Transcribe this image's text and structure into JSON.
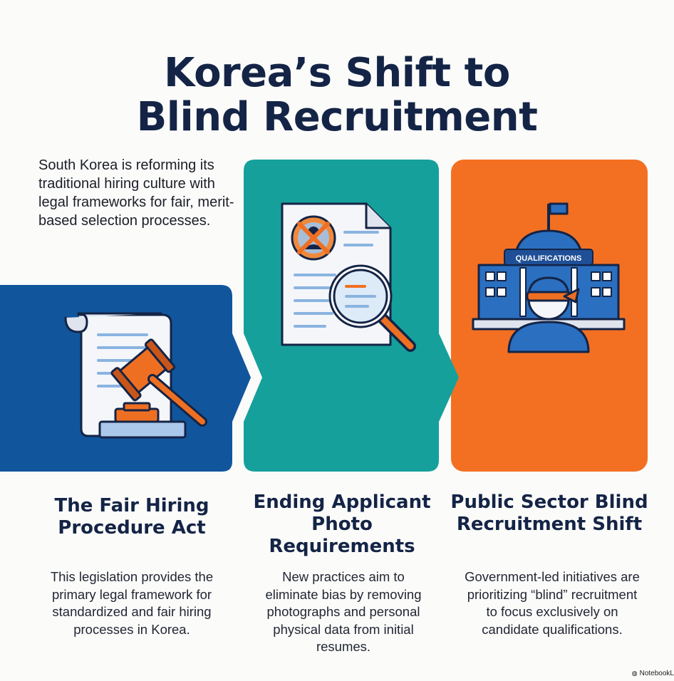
{
  "title": {
    "line1": "Korea’s Shift to",
    "line2": "Blind Recruitment"
  },
  "intro": "South Korea is reforming its traditional hiring culture with legal frameworks for fair, merit-based selection processes.",
  "panels": [
    {
      "color": "#11569c",
      "icon": "legal-scroll-gavel-icon",
      "heading": "The Fair Hiring Procedure Act",
      "body": "This legislation provides the primary legal framework for standardized and fair hiring processes in Korea."
    },
    {
      "color": "#16a09c",
      "icon": "resume-no-photo-magnifier-icon",
      "heading": "Ending Applicant Photo Requirements",
      "body": "New practices aim to eliminate bias by removing photographs and personal physical data from initial resumes."
    },
    {
      "color": "#f37022",
      "icon": "government-building-blindfold-icon",
      "badge": "QUALIFICATIONS",
      "heading": "Public Sector Blind Recruitment Shift",
      "body": "Government-led initiatives are prioritizing “blind” recruitment to focus exclusively on candidate qualifications."
    }
  ],
  "colors": {
    "navy": "#142446",
    "blue": "#11569c",
    "teal": "#16a09c",
    "orange": "#f37022"
  },
  "branding": "NotebookL"
}
